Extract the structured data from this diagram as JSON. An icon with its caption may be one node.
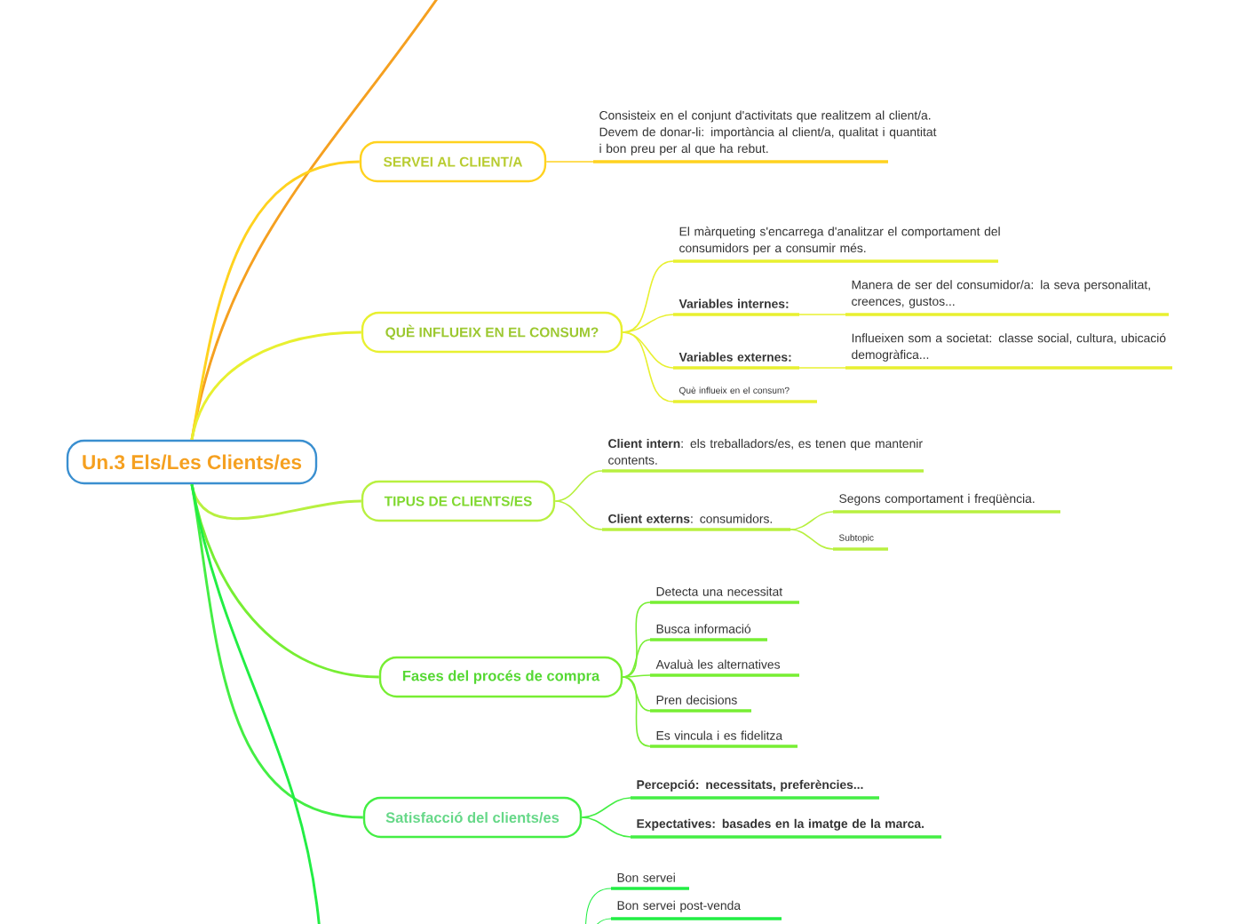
{
  "diagram": {
    "nodes": [
      {
        "text": [
          "Un.3 Els/Les Clients/es"
        ]
      },
      {
        "text": [
          "SERVEI AL CLIENT/A"
        ]
      },
      {
        "text": [
          "Consisteix en el conjunt d'activitats que realitzem al client/a. Devem de donar-li: importància al client/a, qualitat i quantitat i  bon preu per al que ha rebut."
        ]
      },
      {
        "text": [
          "QUÈ INFLUEIX EN EL CONSUM?"
        ]
      },
      {
        "text": [
          "El màrqueting s'encarrega d'analitzar el comportament del consumidors per a consumir més."
        ]
      },
      {
        "text": [
          "Variables internes:"
        ]
      },
      {
        "text": [
          "Manera de ser del consumidor/a: la seva personalitat, creences, gustos..."
        ]
      },
      {
        "text": [
          "Variables externes:"
        ]
      },
      {
        "text": [
          "Influeixen som a societat: classe social, cultura, ubicació demogràfica..."
        ]
      },
      {
        "text": [
          "Què influeix en el consum?"
        ]
      },
      {
        "text": [
          "TIPUS DE CLIENTS/ES"
        ]
      },
      {
        "text": [
          "**Client intern**: els treballadors/es, es tenen que mantenir contents."
        ]
      },
      {
        "text": [
          "**Client externs**: consumidors."
        ]
      },
      {
        "text": [
          "Segons comportament i freqüència."
        ]
      },
      {
        "text": [
          "Subtopic"
        ]
      },
      {
        "text": [
          "Fases del procés de compra"
        ]
      },
      {
        "text": [
          "Detecta una necessitat"
        ]
      },
      {
        "text": [
          "Busca informació"
        ]
      },
      {
        "text": [
          "Avaluà les alternatives"
        ]
      },
      {
        "text": [
          "Pren decisions"
        ]
      },
      {
        "text": [
          "Es vincula i es fidelitza"
        ]
      },
      {
        "text": [
          "Satisfacció del clients/es"
        ]
      },
      {
        "text": [
          "Percepció:  necessitats, preferències..."
        ]
      },
      {
        "text": [
          "Expectatives: basades en la imatge de la marca."
        ]
      },
      {
        "text": [
          "Bon servei"
        ]
      },
      {
        "text": [
          "Bon servei post-venda"
        ]
      }
    ],
    "edges": [
      {
        "from": 0,
        "to": null,
        "arrow": "none",
        "color": "#f5a020"
      },
      {
        "from": 0,
        "to": 1,
        "arrow": "none",
        "color": "#ffd21f"
      },
      {
        "from": 1,
        "to": 2,
        "arrow": "none",
        "color": "#ffd21f"
      },
      {
        "from": 0,
        "to": 3,
        "arrow": "none",
        "color": "#e8f030"
      },
      {
        "from": 3,
        "to": 4,
        "arrow": "none",
        "color": "#e8f030"
      },
      {
        "from": 3,
        "to": 5,
        "arrow": "none",
        "color": "#e8f030"
      },
      {
        "from": 5,
        "to": 6,
        "arrow": "none",
        "color": "#e8f030"
      },
      {
        "from": 3,
        "to": 7,
        "arrow": "none",
        "color": "#e8f030"
      },
      {
        "from": 7,
        "to": 8,
        "arrow": "none",
        "color": "#e8f030"
      },
      {
        "from": 3,
        "to": 9,
        "arrow": "none",
        "color": "#e8f030"
      },
      {
        "from": 0,
        "to": 10,
        "arrow": "none",
        "color": "#b8f040"
      },
      {
        "from": 10,
        "to": 11,
        "arrow": "none",
        "color": "#b8f040"
      },
      {
        "from": 10,
        "to": 12,
        "arrow": "none",
        "color": "#b8f040"
      },
      {
        "from": 12,
        "to": 13,
        "arrow": "none",
        "color": "#b8f040"
      },
      {
        "from": 12,
        "to": 14,
        "arrow": "none",
        "color": "#b8f040"
      },
      {
        "from": 0,
        "to": 15,
        "arrow": "none",
        "color": "#77ee33"
      },
      {
        "from": 15,
        "to": 16,
        "arrow": "none",
        "color": "#77ee33"
      },
      {
        "from": 15,
        "to": 17,
        "arrow": "none",
        "color": "#77ee33"
      },
      {
        "from": 15,
        "to": 18,
        "arrow": "none",
        "color": "#77ee33"
      },
      {
        "from": 15,
        "to": 19,
        "arrow": "none",
        "color": "#77ee33"
      },
      {
        "from": 15,
        "to": 20,
        "arrow": "none",
        "color": "#77ee33"
      },
      {
        "from": 0,
        "to": 21,
        "arrow": "none",
        "color": "#44ee44"
      },
      {
        "from": 21,
        "to": 22,
        "arrow": "none",
        "color": "#44ee44"
      },
      {
        "from": 21,
        "to": 23,
        "arrow": "none",
        "color": "#44ee44"
      },
      {
        "from": 0,
        "to": null,
        "arrow": "none",
        "color": "#22ee44"
      },
      {
        "from": null,
        "to": 24,
        "arrow": "none",
        "color": "#22ee44"
      },
      {
        "from": null,
        "to": 25,
        "arrow": "none",
        "color": "#22ee44"
      }
    ]
  }
}
